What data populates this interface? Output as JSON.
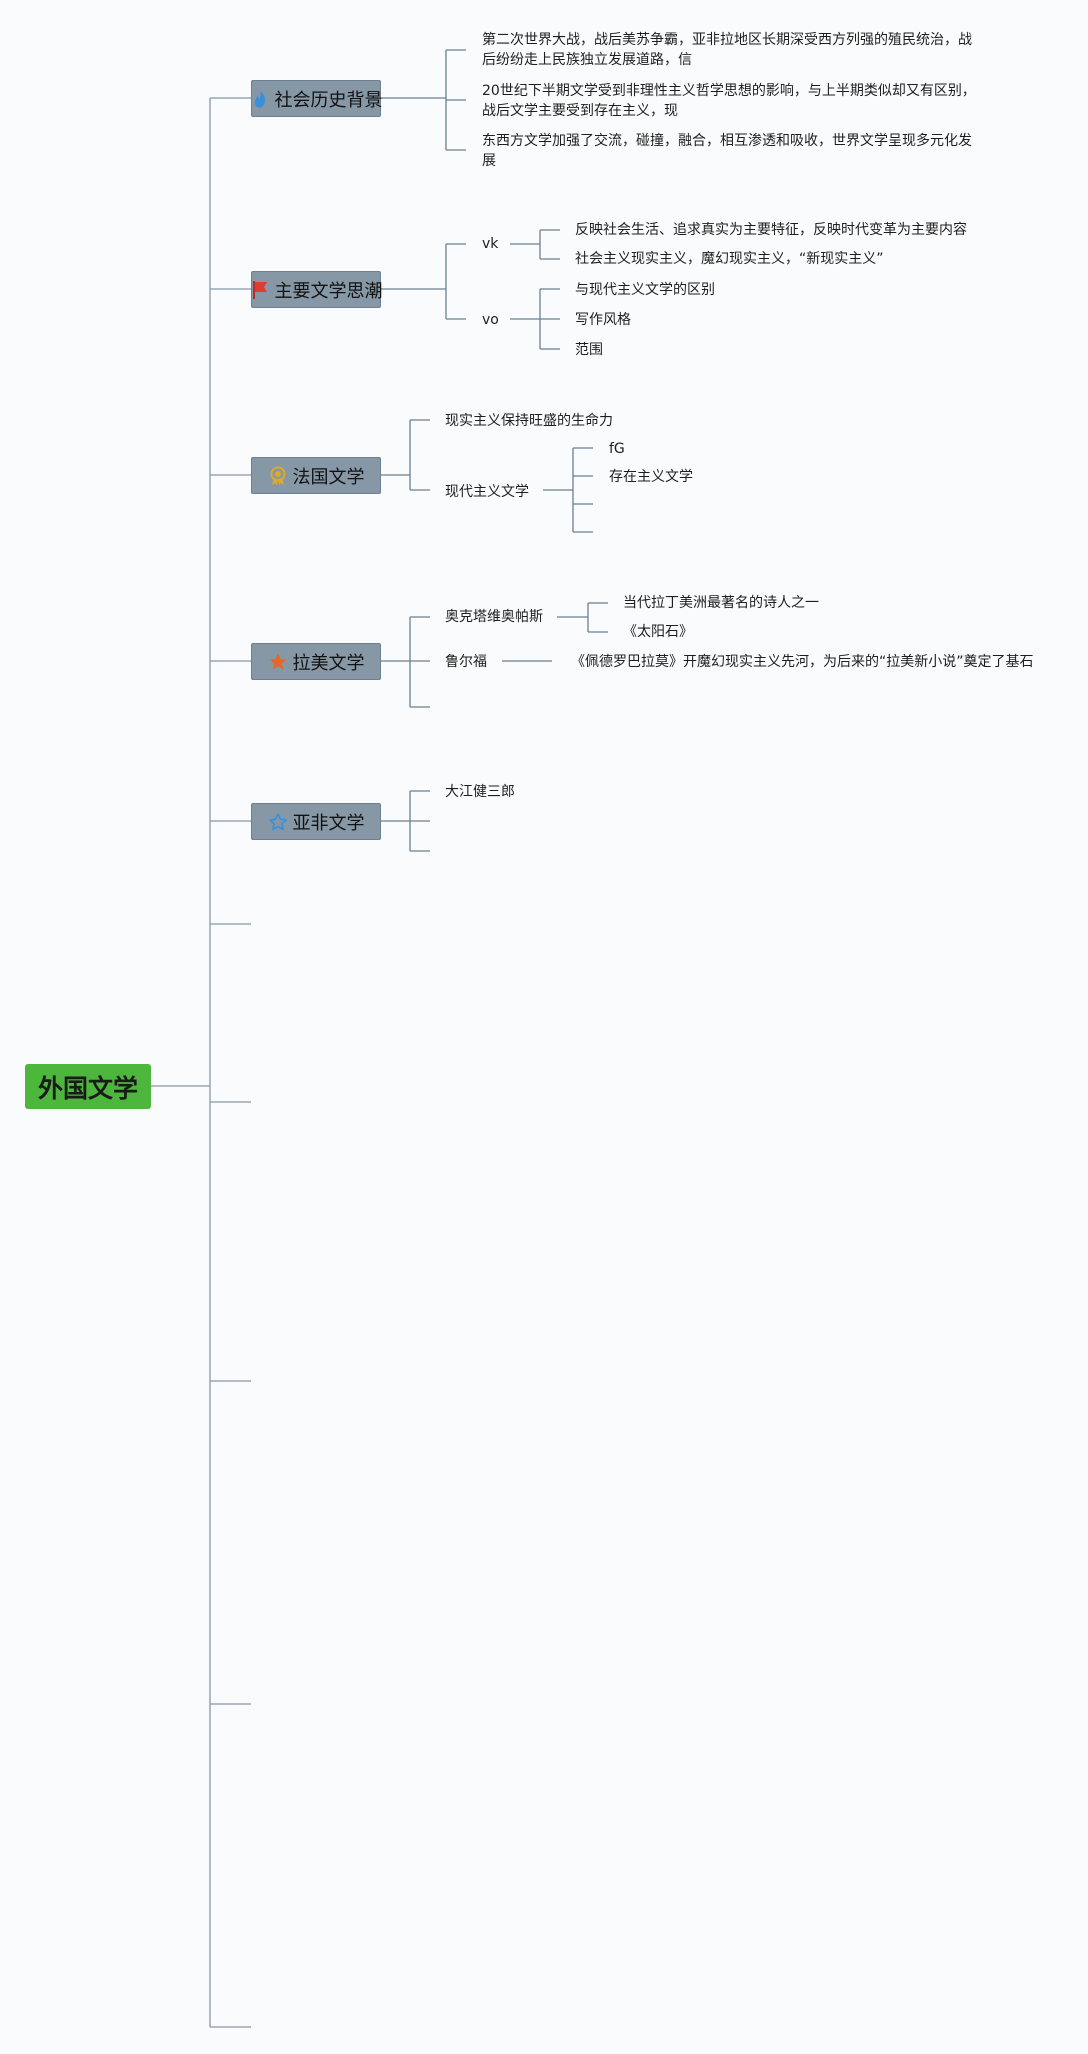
{
  "root": {
    "label": "外国文学"
  },
  "branches": [
    {
      "label": "社会历史背景",
      "icon": "flame-icon",
      "icon_color": "#3a8fd9",
      "children": [
        {
          "text": "第二次世界大战，战后美苏争霸，亚非拉地区长期深受西方列强的殖民统治，战后纷纷走上民族独立发展道路，信"
        },
        {
          "text": "20世纪下半期文学受到非理性主义哲学思想的影响，与上半期类似却又有区别，战后文学主要受到存在主义，现"
        },
        {
          "text": "东西方文学加强了交流，碰撞，融合，相互渗透和吸收，世界文学呈现多元化发展"
        }
      ]
    },
    {
      "label": "主要文学思潮",
      "icon": "flag-icon",
      "icon_color": "#e23b2e",
      "children": [
        {
          "text": "vk",
          "children": [
            {
              "text": "反映社会生活、追求真实为主要特征，反映时代变革为主要内容"
            },
            {
              "text": "社会主义现实主义，魔幻现实主义，“新现实主义”"
            }
          ]
        },
        {
          "text": "vo",
          "children": [
            {
              "text": "与现代主义文学的区别"
            },
            {
              "text": "写作风格"
            },
            {
              "text": "范围"
            }
          ]
        }
      ]
    },
    {
      "label": "法国文学",
      "icon": "award-icon",
      "icon_color": "#e0a92a",
      "children": [
        {
          "text": "现实主义保持旺盛的生命力"
        },
        {
          "text": "现代主义文学",
          "children": [
            {
              "text": "fG"
            },
            {
              "text": "存在主义文学"
            },
            {
              "text": ""
            },
            {
              "text": ""
            }
          ]
        }
      ]
    },
    {
      "label": "拉美文学",
      "icon": "star-filled-icon",
      "icon_color": "#e2682e",
      "children": [
        {
          "text": "奥克塔维奥帕斯",
          "children": [
            {
              "text": "当代拉丁美洲最著名的诗人之一"
            },
            {
              "text": "《太阳石》"
            }
          ]
        },
        {
          "text": "鲁尔福",
          "children": [
            {
              "text": "《佩德罗巴拉莫》开魔幻现实主义先河，为后来的“拉美新小说”奠定了基石"
            }
          ]
        },
        {
          "text": ""
        }
      ]
    },
    {
      "label": "亚非文学",
      "icon": "star-outline-icon",
      "icon_color": "#3a8fd9",
      "children": [
        {
          "text": "大江健三郎"
        },
        {
          "text": ""
        },
        {
          "text": ""
        }
      ]
    }
  ],
  "colors": {
    "root_fill": "#4cb73c",
    "branch_fill": "#8697a6",
    "connector": "#6b7f93",
    "leaf_connector": "#a9b4bf"
  }
}
